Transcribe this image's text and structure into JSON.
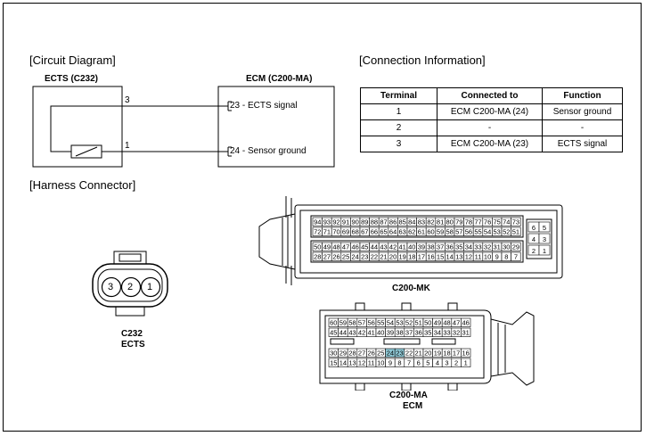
{
  "sections": {
    "circuit": "[Circuit Diagram]",
    "connection": "[Connection Information]",
    "harness": "[Harness Connector]"
  },
  "circuit": {
    "left_title": "ECTS (C232)",
    "right_title": "ECM (C200-MA)",
    "pin_3": "3",
    "pin_1": "1",
    "ecm_pin_23_label": "23 - ECTS signal",
    "ecm_pin_24_label": "24 - Sensor ground"
  },
  "table": {
    "headers": [
      "Terminal",
      "Connected to",
      "Function"
    ],
    "rows": [
      [
        "1",
        "ECM C200-MA (24)",
        "Sensor ground"
      ],
      [
        "2",
        "-",
        "-"
      ],
      [
        "3",
        "ECM C200-MA (23)",
        "ECTS signal"
      ]
    ]
  },
  "connectors": {
    "c232": {
      "pins": [
        "3",
        "2",
        "1"
      ],
      "label1": "C232",
      "label2": "ECTS"
    },
    "c200mk": {
      "label": "C200-MK",
      "row1": [
        "94",
        "93",
        "92",
        "91",
        "90",
        "89",
        "88",
        "87",
        "86",
        "85",
        "84",
        "83",
        "82",
        "81",
        "80",
        "79",
        "78",
        "77",
        "76",
        "75",
        "74",
        "73"
      ],
      "row2": [
        "72",
        "71",
        "70",
        "69",
        "68",
        "67",
        "66",
        "65",
        "64",
        "63",
        "62",
        "61",
        "60",
        "59",
        "58",
        "57",
        "56",
        "55",
        "54",
        "53",
        "52",
        "51"
      ],
      "row3": [
        "50",
        "49",
        "48",
        "47",
        "46",
        "45",
        "44",
        "43",
        "42",
        "41",
        "40",
        "39",
        "38",
        "37",
        "36",
        "35",
        "34",
        "33",
        "32",
        "31",
        "30",
        "29"
      ],
      "row4": [
        "28",
        "27",
        "26",
        "25",
        "24",
        "23",
        "22",
        "21",
        "20",
        "19",
        "18",
        "17",
        "16",
        "15",
        "14",
        "13",
        "12",
        "11",
        "10",
        "9",
        "8",
        "7"
      ],
      "side": [
        [
          "6",
          "5"
        ],
        [
          "4",
          "3"
        ],
        [
          "2",
          "1"
        ]
      ]
    },
    "c200ma": {
      "label1": "C200-MA",
      "label2": "ECM",
      "row1": [
        "60",
        "59",
        "58",
        "57",
        "56",
        "55",
        "54",
        "53",
        "52",
        "51",
        "50",
        "49",
        "48",
        "47",
        "46"
      ],
      "row2": [
        "45",
        "44",
        "43",
        "42",
        "41",
        "40",
        "39",
        "38",
        "37",
        "36",
        "35",
        "34",
        "33",
        "32",
        "31"
      ],
      "row3": [
        "30",
        "29",
        "28",
        "27",
        "26",
        "25",
        "24",
        "23",
        "22",
        "21",
        "20",
        "19",
        "18",
        "17",
        "16"
      ],
      "row4": [
        "15",
        "14",
        "13",
        "12",
        "11",
        "10",
        "9",
        "8",
        "7",
        "6",
        "5",
        "4",
        "3",
        "2",
        "1"
      ],
      "highlighted": [
        "24",
        "23"
      ],
      "highlight_color": "#8fc9d6"
    }
  }
}
